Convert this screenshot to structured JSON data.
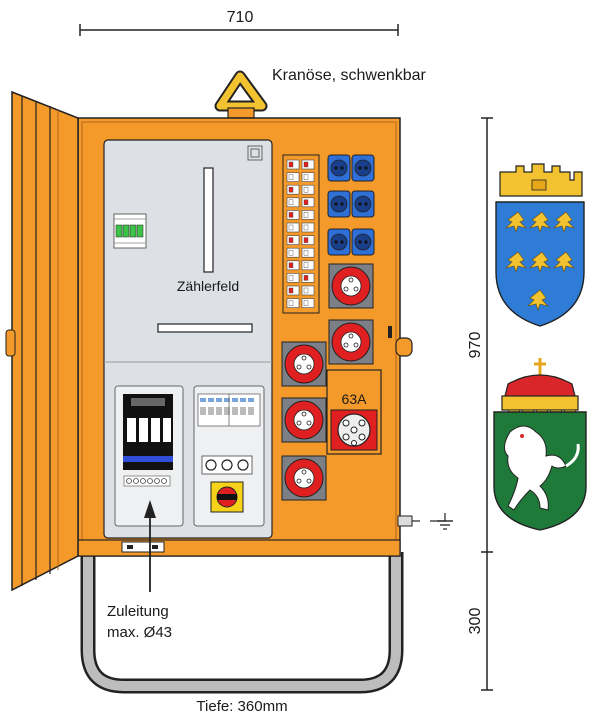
{
  "dimensions": {
    "width": "710",
    "height": "970",
    "stand_height": "300",
    "depth": "Tiefe: 360mm"
  },
  "labels": {
    "crane_eye": "Kranöse, schwenkbar",
    "meter_field": "Zählerfeld",
    "supply_line_1": "Zuleitung",
    "supply_line_2": "max. Ø43",
    "cee_socket_rating": "63A"
  },
  "icons": {
    "ground": "ground-symbol-icon",
    "coat_of_arms_1": "lower-austria-coat-of-arms-icon",
    "coat_of_arms_2": "styria-coat-of-arms-icon"
  },
  "colors": {
    "cabinet": "#F49A2B",
    "cabinet_dark": "#B5651A",
    "panel_grey": "#DDE0E4",
    "cee_red": "#E02020",
    "schuko_blue": "#2F6FD8",
    "breaker_green": "#3EC24A",
    "arms_blue": "#2E7CD6",
    "arms_gold": "#F2C230",
    "arms_green": "#1F7A3A"
  }
}
